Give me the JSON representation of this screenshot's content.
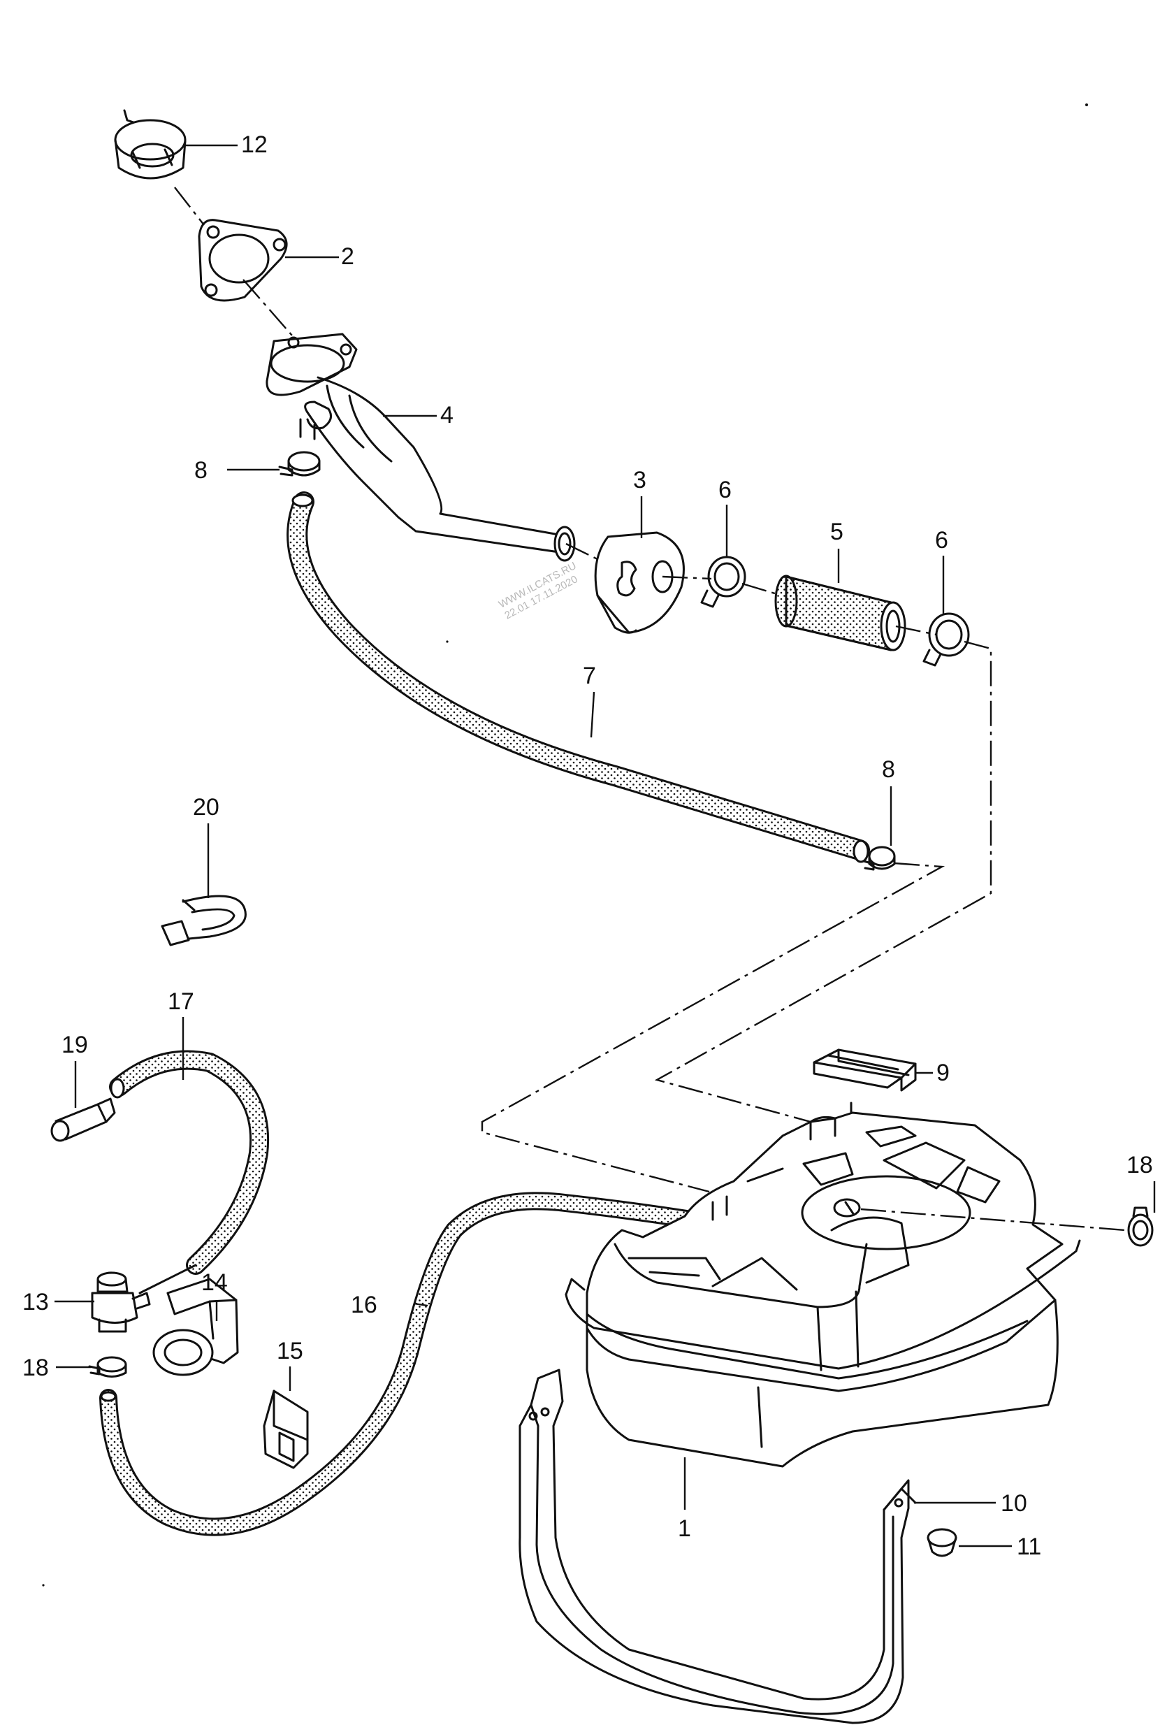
{
  "diagram": {
    "ink_color": "#111111",
    "paper_color": "#ffffff",
    "stamp_color": "#b8b8b8",
    "stamp": {
      "line1": "WWW.ILCATS.RU",
      "line2": "22.01 17.11.2020"
    },
    "labels": [
      {
        "id": "12",
        "text": "12"
      },
      {
        "id": "2",
        "text": "2"
      },
      {
        "id": "4",
        "text": "4"
      },
      {
        "id": "8a",
        "text": "8"
      },
      {
        "id": "3",
        "text": "3"
      },
      {
        "id": "6a",
        "text": "6"
      },
      {
        "id": "5",
        "text": "5"
      },
      {
        "id": "6b",
        "text": "6"
      },
      {
        "id": "7",
        "text": "7"
      },
      {
        "id": "8b",
        "text": "8"
      },
      {
        "id": "20",
        "text": "20"
      },
      {
        "id": "17",
        "text": "17"
      },
      {
        "id": "19",
        "text": "19"
      },
      {
        "id": "9",
        "text": "9"
      },
      {
        "id": "18a",
        "text": "18"
      },
      {
        "id": "13",
        "text": "13"
      },
      {
        "id": "14",
        "text": "14"
      },
      {
        "id": "16",
        "text": "16"
      },
      {
        "id": "15",
        "text": "15"
      },
      {
        "id": "18b",
        "text": "18"
      },
      {
        "id": "1",
        "text": "1"
      },
      {
        "id": "10",
        "text": "10"
      },
      {
        "id": "11",
        "text": "11"
      }
    ]
  }
}
